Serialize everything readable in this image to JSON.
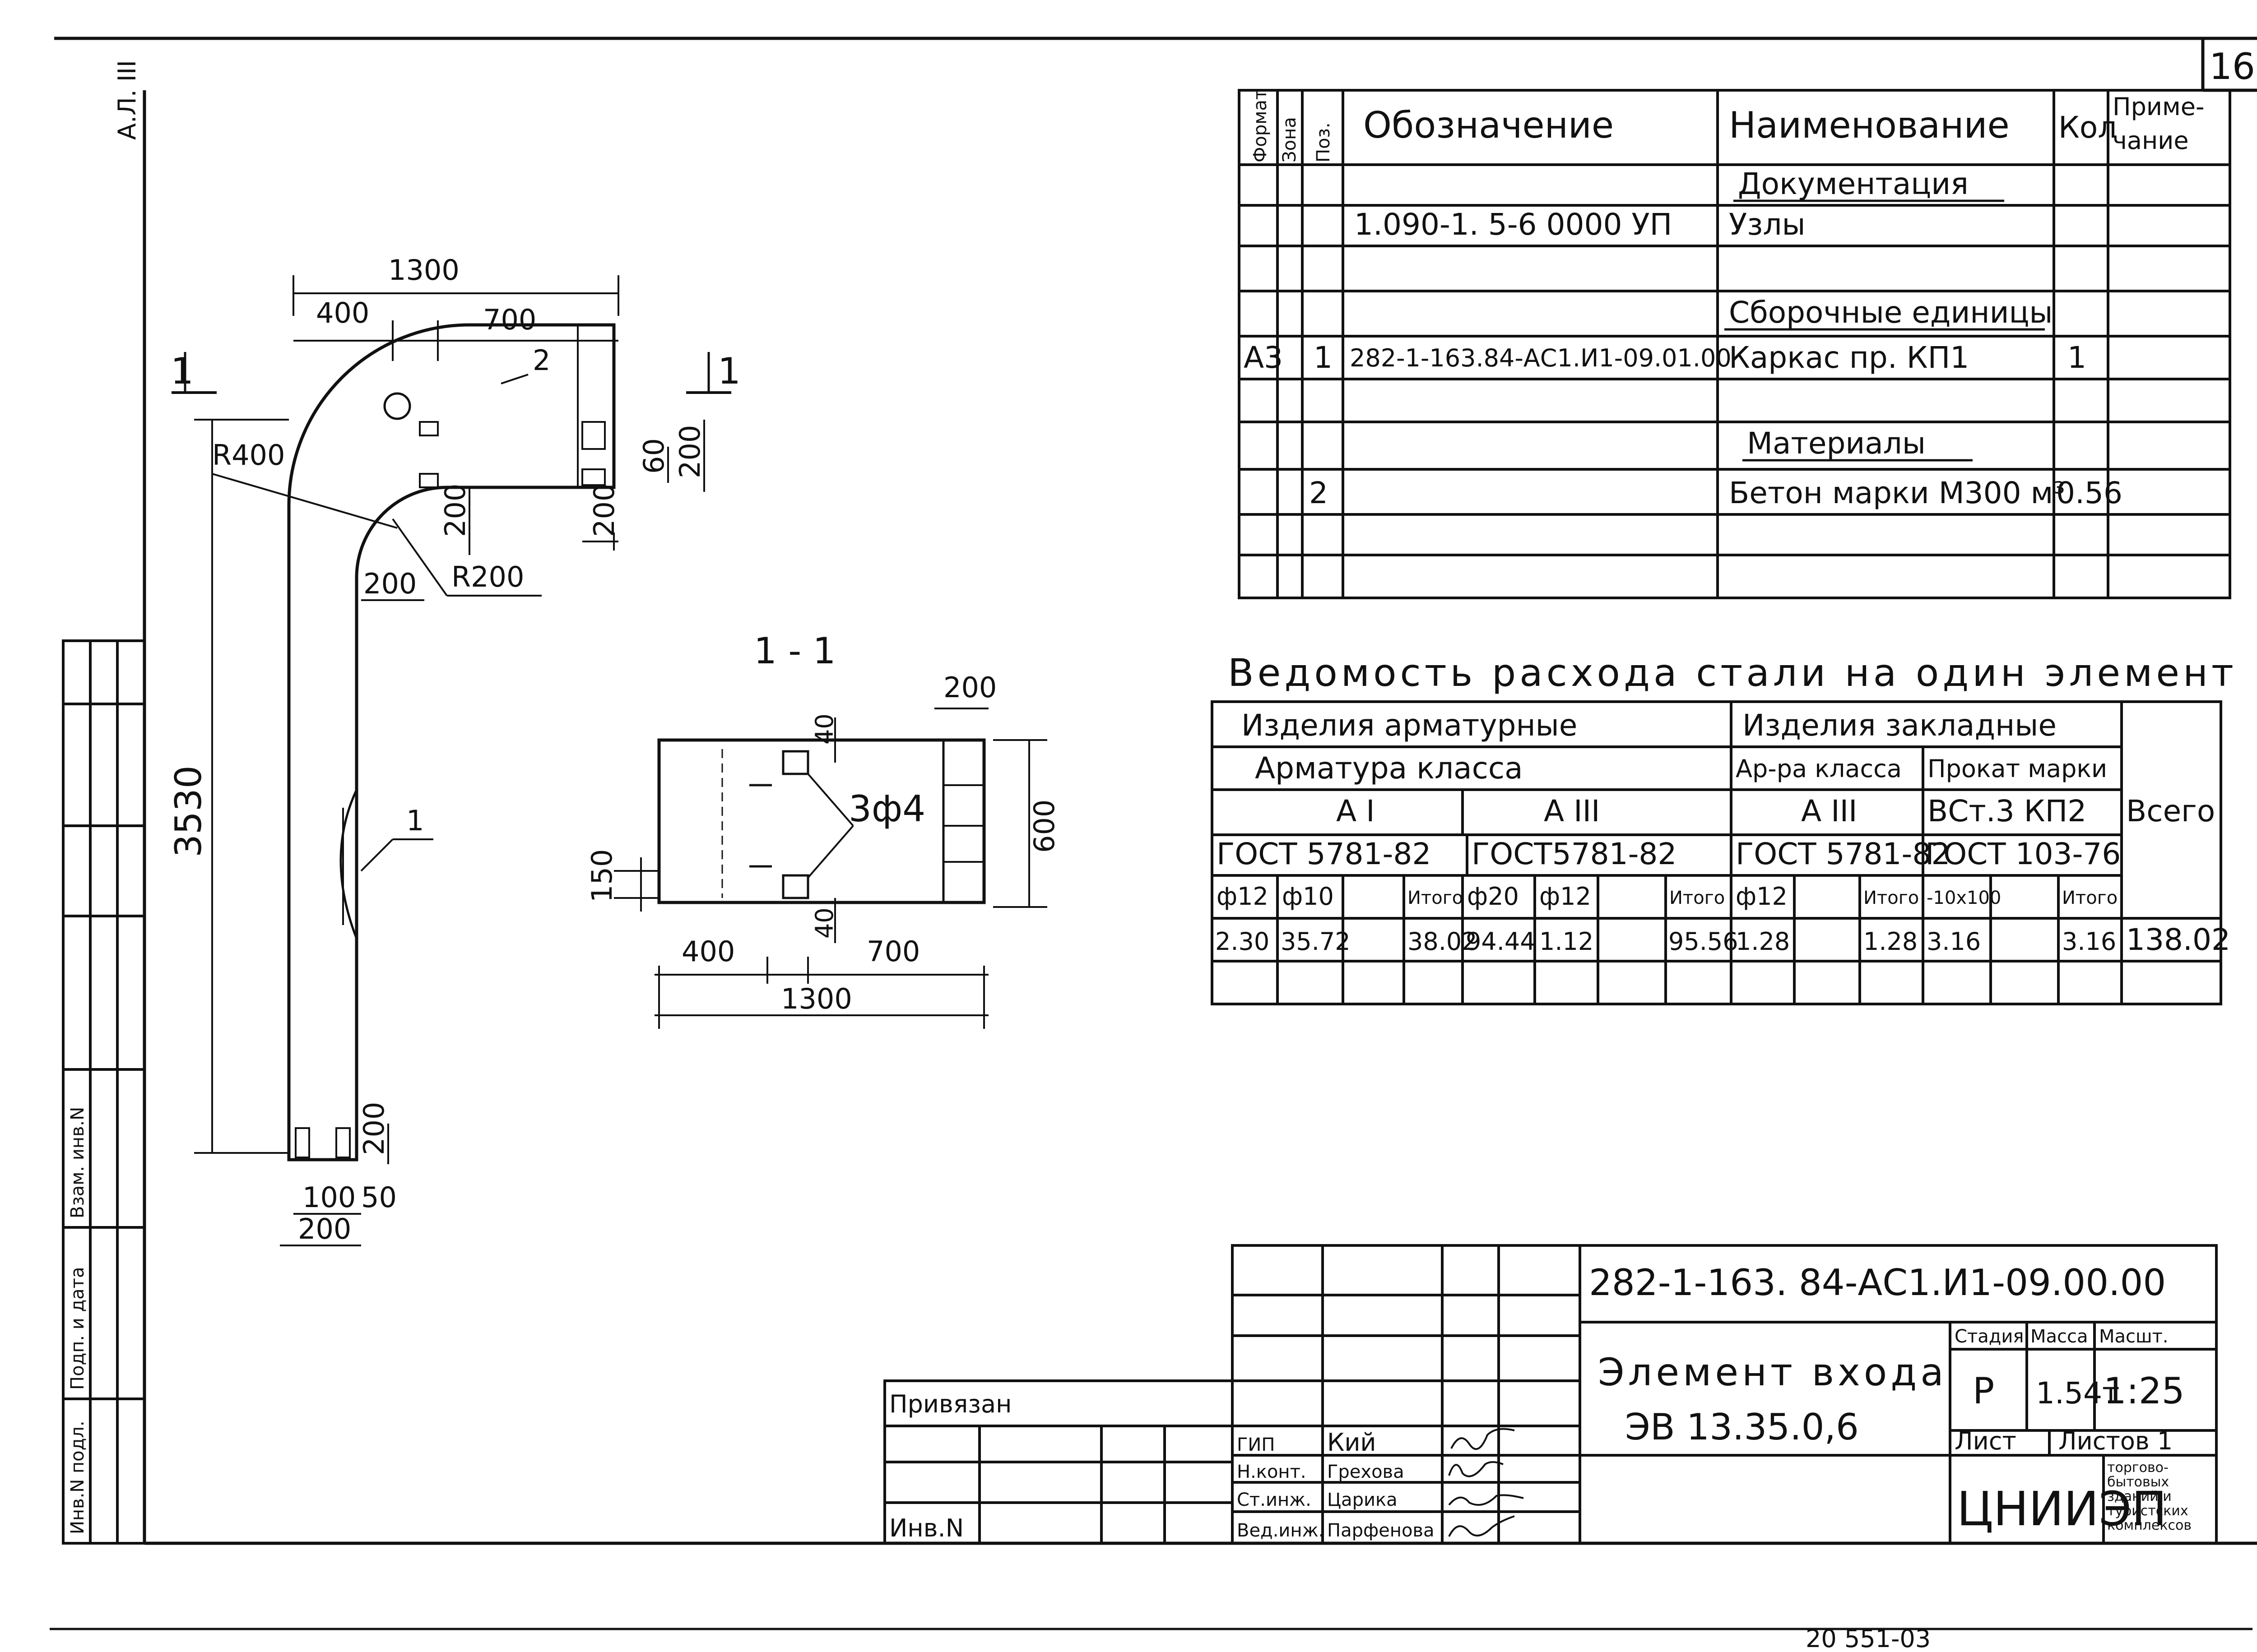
{
  "page_number": "16",
  "side_label": "А.Л. III",
  "spec_table": {
    "headers": {
      "format": "Формат",
      "zone": "Зона",
      "pos": "Поз.",
      "designation": "Обозначение",
      "name": "Наименование",
      "qty": "Кол",
      "note_line1": "Приме-",
      "note_line2": "чание"
    },
    "rows": [
      {
        "format": "",
        "pos": "",
        "designation": "",
        "name": "Документация",
        "qty": "",
        "note": ""
      },
      {
        "format": "",
        "pos": "",
        "designation": "1.090-1. 5-6 0000 УП",
        "name": "Узлы",
        "qty": "",
        "note": ""
      },
      {
        "format": "",
        "pos": "",
        "designation": "",
        "name": "Сборочные единицы",
        "qty": "",
        "note": ""
      },
      {
        "format": "А3",
        "pos": "1",
        "designation": "282-1-163.84-АС1.И1-09.01.00",
        "name": "Каркас пр. КП1",
        "qty": "1",
        "note": ""
      },
      {
        "format": "",
        "pos": "",
        "designation": "",
        "name": "Материалы",
        "qty": "",
        "note": ""
      },
      {
        "format": "",
        "pos": "2",
        "designation": "",
        "name": "Бетон марки М300 м³",
        "qty": "0.56",
        "note": ""
      }
    ]
  },
  "steel_table": {
    "title": "Ведомость расхода стали на один элемент",
    "group_reinf": "Изделия арматурные",
    "group_embed": "Изделия закладные",
    "reinf_class": "Арматура класса",
    "embed_class": "Ар-ра класса",
    "embed_prokat": "Прокат марки",
    "class_ai": "А I",
    "class_aiii": "А III",
    "class_aiii_embed": "А III",
    "prokat_mark": "ВСт.3 КП2",
    "total": "Всего",
    "gost_ai": "ГОСТ 5781-82",
    "gost_aiii": "ГОСТ5781-82",
    "gost_embed": "ГОСТ 5781-82",
    "gost_prokat": "ГОСТ 103-76",
    "cols": [
      "ф12",
      "ф10",
      "",
      "Итого",
      "ф20",
      "ф12",
      "",
      "Итого",
      "ф12",
      "",
      "Итого",
      "-10х100",
      "",
      "Итого"
    ],
    "values": [
      "2.30",
      "35.72",
      "",
      "38.02",
      "94.44",
      "1.12",
      "",
      "95.56",
      "1.28",
      "",
      "1.28",
      "3.16",
      "",
      "3.16",
      "138.02"
    ]
  },
  "drawing": {
    "section_label": "1 - 1",
    "cut_label_left": "1",
    "cut_label_right": "1",
    "elev_dims": {
      "d1300": "1300",
      "d400": "400",
      "d700": "700",
      "d3530": "3530",
      "r400": "R400",
      "r200": "R200",
      "d200a": "200",
      "d200b": "200",
      "d200c": "200",
      "d60": "60",
      "d200d": "200",
      "d200e": "200",
      "d100": "100",
      "d50": "50",
      "d200f": "200"
    },
    "elev_pos_labels": {
      "pos1": "1",
      "pos2": "2"
    },
    "sect_dims": {
      "d200": "200",
      "d40a": "40",
      "d40b": "40",
      "d600": "600",
      "d150": "150",
      "d400": "400",
      "d700": "700",
      "d1300": "1300",
      "bar_label": "3ф4"
    }
  },
  "title_block": {
    "doc_code": "282-1-163. 84-АС1.И1-09.00.00",
    "element_name": "Элемент входа",
    "element_mark": "ЭВ 13.35.0,6",
    "stage_label": "Стадия",
    "mass_label": "Масса",
    "scale_label": "Масшт.",
    "stage": "Р",
    "mass": "1.54т",
    "scale": "1:25",
    "sheet_label": "Лист",
    "sheets_label": "Листов 1",
    "org": "ЦНИИЭП",
    "org_desc": [
      "торгово-",
      "бытовых",
      "зданий и",
      "туристских",
      "комплексов"
    ],
    "privyazan": "Привязан",
    "inv_n": "Инв.N",
    "staff": [
      {
        "role": "ГИП",
        "name": "Кий"
      },
      {
        "role": "Н.конт.",
        "name": "Грехова"
      },
      {
        "role": "Ст.инж.",
        "name": "Царика"
      },
      {
        "role": "Вед.инж.",
        "name": "Парфенова"
      }
    ]
  },
  "left_stamp": {
    "inv_orig": "Инв.N подл.",
    "sign_date": "Подп. и дата",
    "replace_inv": "Взам. инв.N"
  },
  "bottom_code": "20 551-03"
}
